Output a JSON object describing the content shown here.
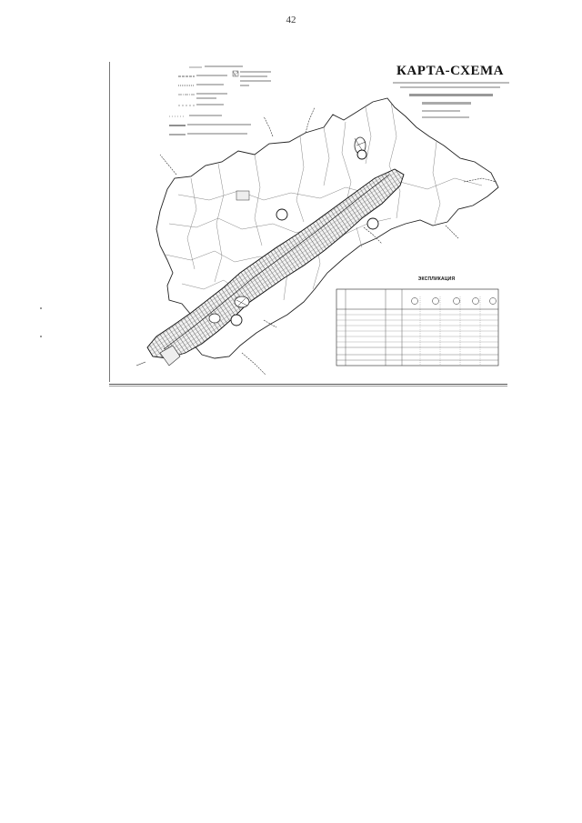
{
  "page_number": "42",
  "map": {
    "title": "КАРТА-СХЕМА",
    "legend_title": "ЭКСПЛИКАЦИЯ"
  }
}
